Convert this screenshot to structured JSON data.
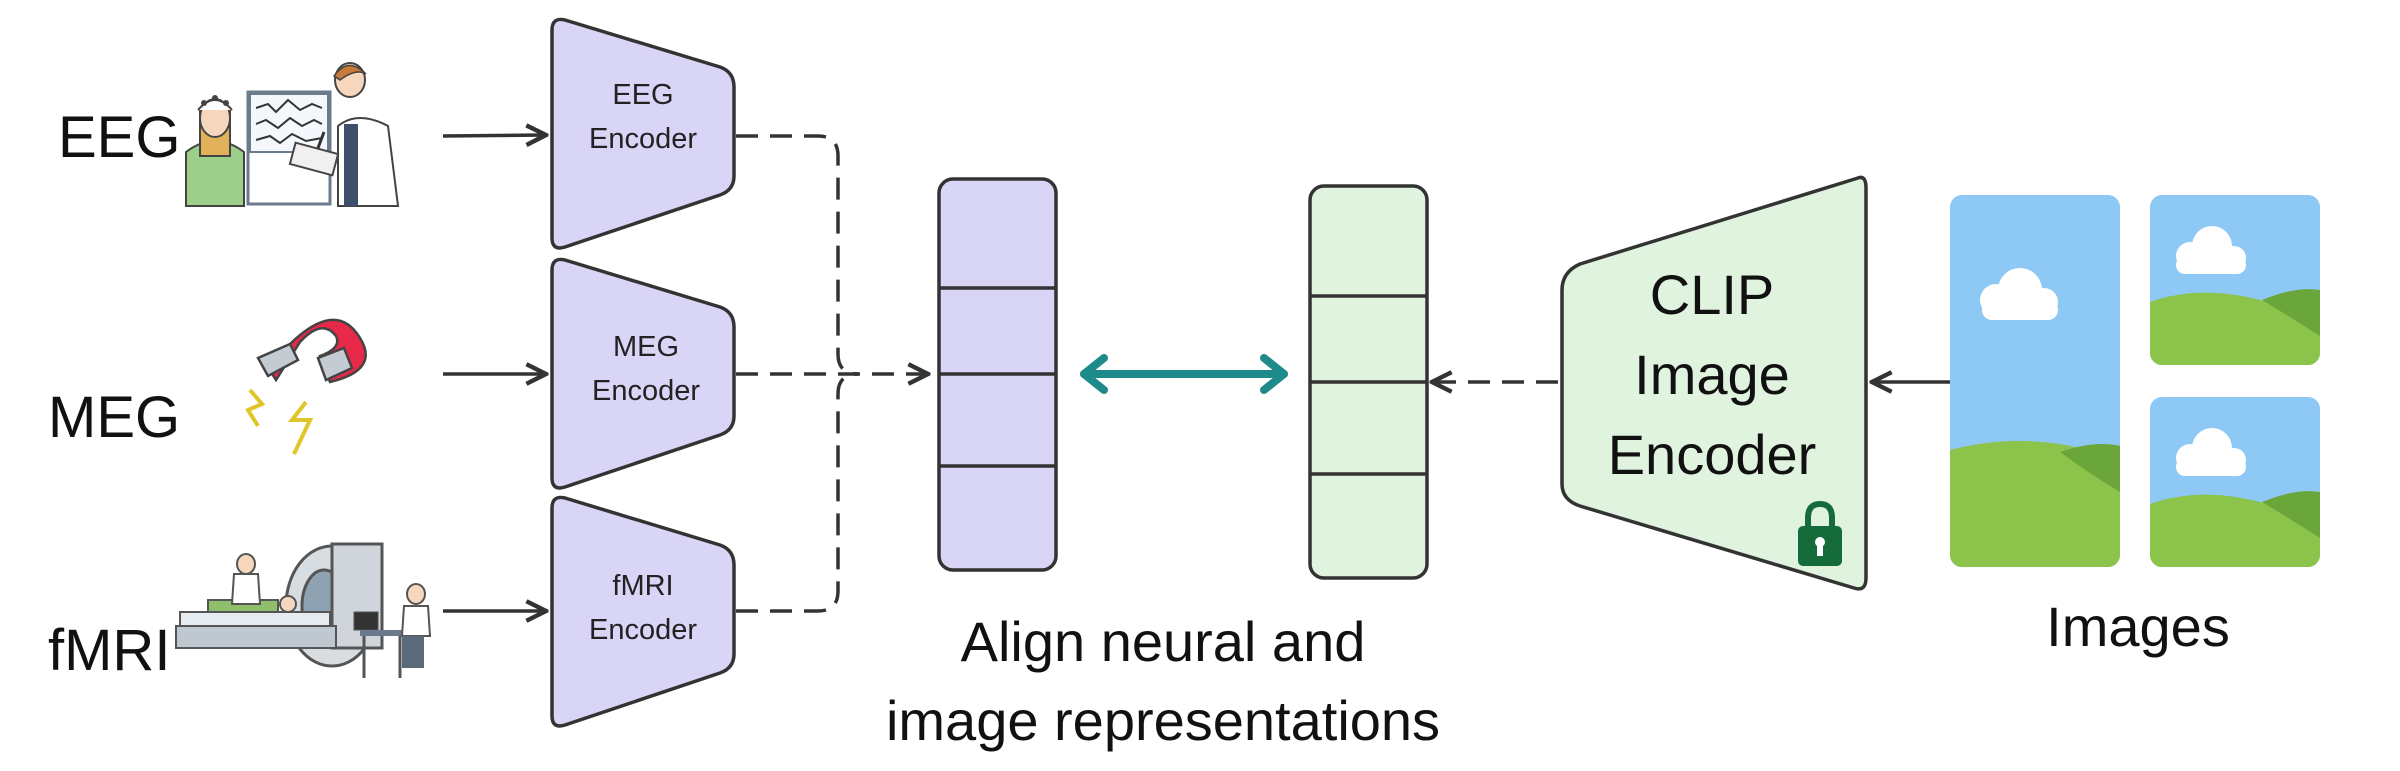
{
  "modalities": [
    {
      "label": "EEG",
      "encoder_lines": [
        "EEG",
        "Encoder"
      ],
      "illustration": "eeg-recording-icon"
    },
    {
      "label": "MEG",
      "encoder_lines": [
        "MEG",
        "Encoder"
      ],
      "illustration": "magnet-icon"
    },
    {
      "label": "fMRI",
      "encoder_lines": [
        "fMRI",
        "Encoder"
      ],
      "illustration": "mri-scanner-icon"
    }
  ],
  "clip_encoder": {
    "lines": [
      "CLIP",
      "Image",
      "Encoder"
    ],
    "lock_icon": "lock-icon"
  },
  "caption": {
    "line1": "Align neural and",
    "line2": "image representations"
  },
  "images_label": "Images",
  "colors": {
    "neural_encoder_fill": "#d8d5f6",
    "clip_encoder_fill": "#e0f3df",
    "align_arrow": "#1f8a8a",
    "lock": "#156b3a",
    "sky": "#8ec9f5",
    "hill_light": "#8cc34a",
    "hill_dark": "#6aa63a"
  }
}
